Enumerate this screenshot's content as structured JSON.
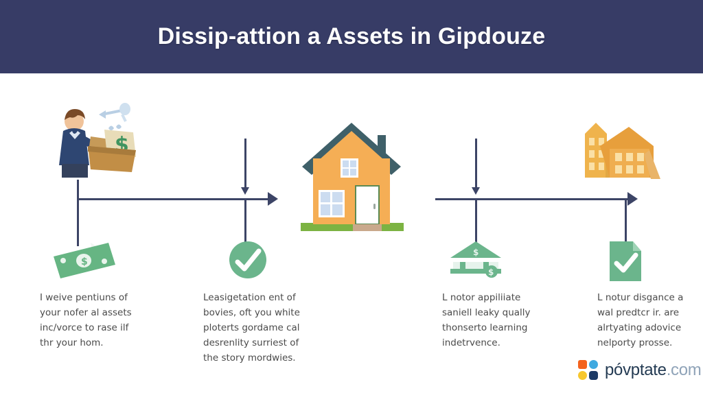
{
  "banner": {
    "title": "Dissip-attion a Assets in Gipdouze",
    "background_color": "#373c66",
    "title_color": "#ffffff"
  },
  "theme": {
    "page_background": "#ffffff",
    "timeline_color": "#3c4466",
    "caption_color": "#4a4a4a",
    "icon_green": "#61b280",
    "house_orange": "#f5ae55",
    "roof_teal": "#3f6069"
  },
  "timeline": {
    "segments": [
      {
        "name": "segment-left",
        "arrow_direction": "right"
      },
      {
        "name": "segment-right",
        "arrow_direction": "right"
      }
    ],
    "down_arrows": 2,
    "node_count": 4
  },
  "illustrations": [
    {
      "name": "person-with-money-box",
      "description": "person in navy shirt holding open cardboard box with money bag",
      "icon": "person-box-money-icon"
    },
    {
      "name": "house",
      "description": "orange house with teal roof, white door, blue windows, green grass",
      "icon": "house-icon"
    },
    {
      "name": "buildings",
      "description": "orange apartment buildings",
      "icon": "buildings-icon"
    }
  ],
  "steps": [
    {
      "icon": "banknote-icon",
      "icon_color": "#61b280",
      "caption": "I weive pentiuns of your nofer al assets inc/vorce to rase ilf thr your hom."
    },
    {
      "icon": "check-circle-icon",
      "icon_color": "#61b280",
      "caption": "Leasigetation ent of bovies, oft you white ploterts gordame cal desrenlity surriest of the story mordwies."
    },
    {
      "icon": "bank-icon",
      "icon_color": "#61b280",
      "caption": "L notor appiliiate saniell leaky qually thonserto learning indetrvence."
    },
    {
      "icon": "document-check-icon",
      "icon_color": "#61b280",
      "caption": "L notur disgance a wal predtcr ir. are alrtyating adovice nelporty prosse."
    }
  ],
  "logo": {
    "name": "póvptate",
    "tld": ".com",
    "mark_colors": {
      "top_left": "#f4631e",
      "top_right": "#3fa9e0",
      "bottom_left": "#f7c72e",
      "bottom_right": "#1c3a66"
    },
    "name_color": "#243b53",
    "tld_color": "#8fa3b8"
  }
}
